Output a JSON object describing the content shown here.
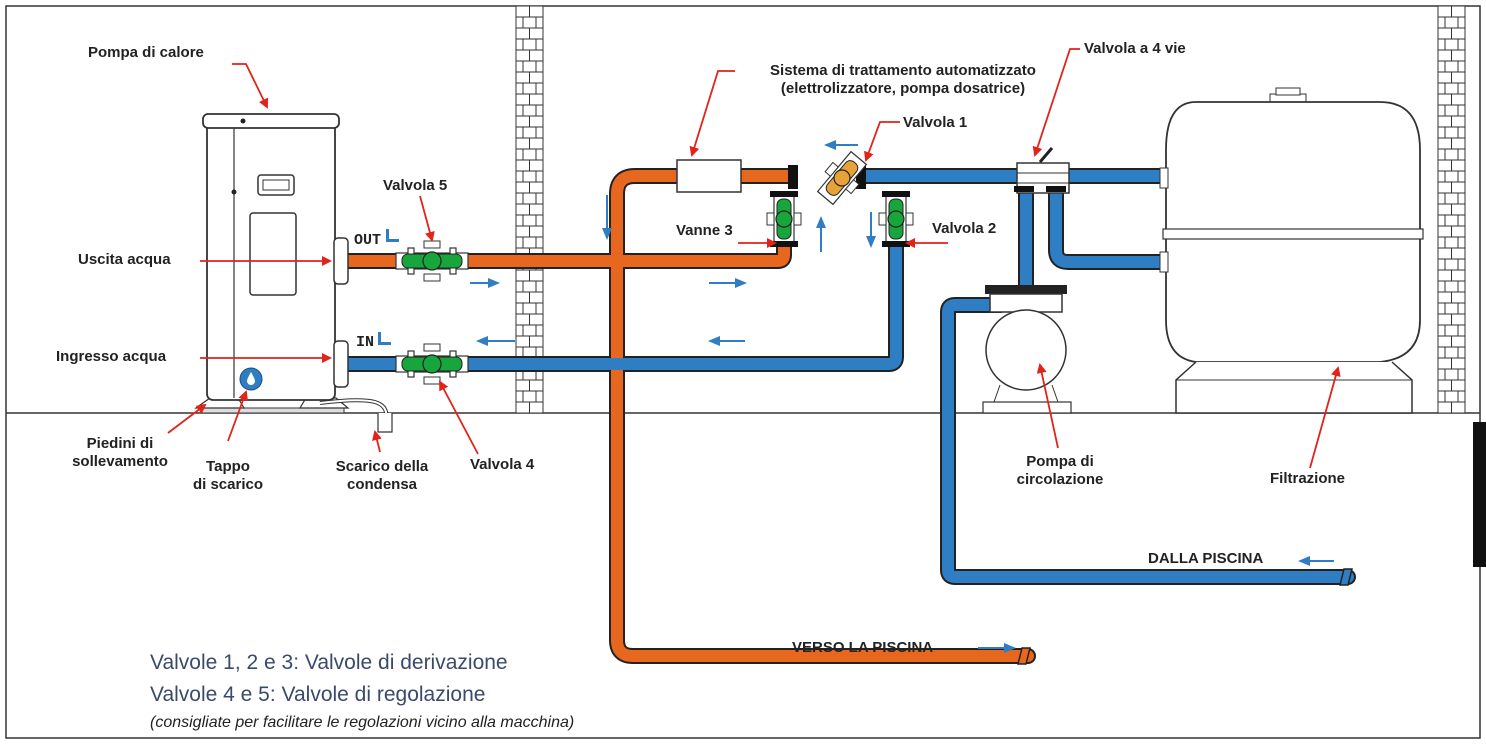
{
  "labels": {
    "heat_pump": "Pompa di calore",
    "water_out": "Uscita acqua",
    "water_in": "Ingresso acqua",
    "lift_feet": "Piedini di\nsollevamento",
    "drain_plug": "Tappo\ndi scarico",
    "condensate_drain": "Scarico della\ncondensa",
    "valve5": "Valvola 5",
    "valve4": "Valvola 4",
    "valve3": "Vanne 3",
    "valve2": "Valvola 2",
    "valve1": "Valvola 1",
    "treatment_system": "Sistema di trattamento automatizzato\n(elettrolizzatore, pompa dosatrice)",
    "four_way_valve": "Valvola a 4 vie",
    "circulation_pump": "Pompa di\ncircolazione",
    "filtration": "Filtrazione",
    "from_pool": "DALLA PISCINA",
    "to_pool": "VERSO LA PISCINA",
    "out_tag": "OUT",
    "in_tag": "IN"
  },
  "legend": {
    "line1": "Valvole 1, 2 e 3: Valvole di derivazione",
    "line2": "Valvole 4 e 5: Valvole di regolazione",
    "note": "(consigliate per facilitare le regolazioni vicino alla macchina)"
  },
  "colors": {
    "hot_pipe": "#e8671e",
    "cold_pipe": "#2f7dc2",
    "valve_green": "#16a63c",
    "pointer_red": "#e32219",
    "outline": "#222222"
  }
}
